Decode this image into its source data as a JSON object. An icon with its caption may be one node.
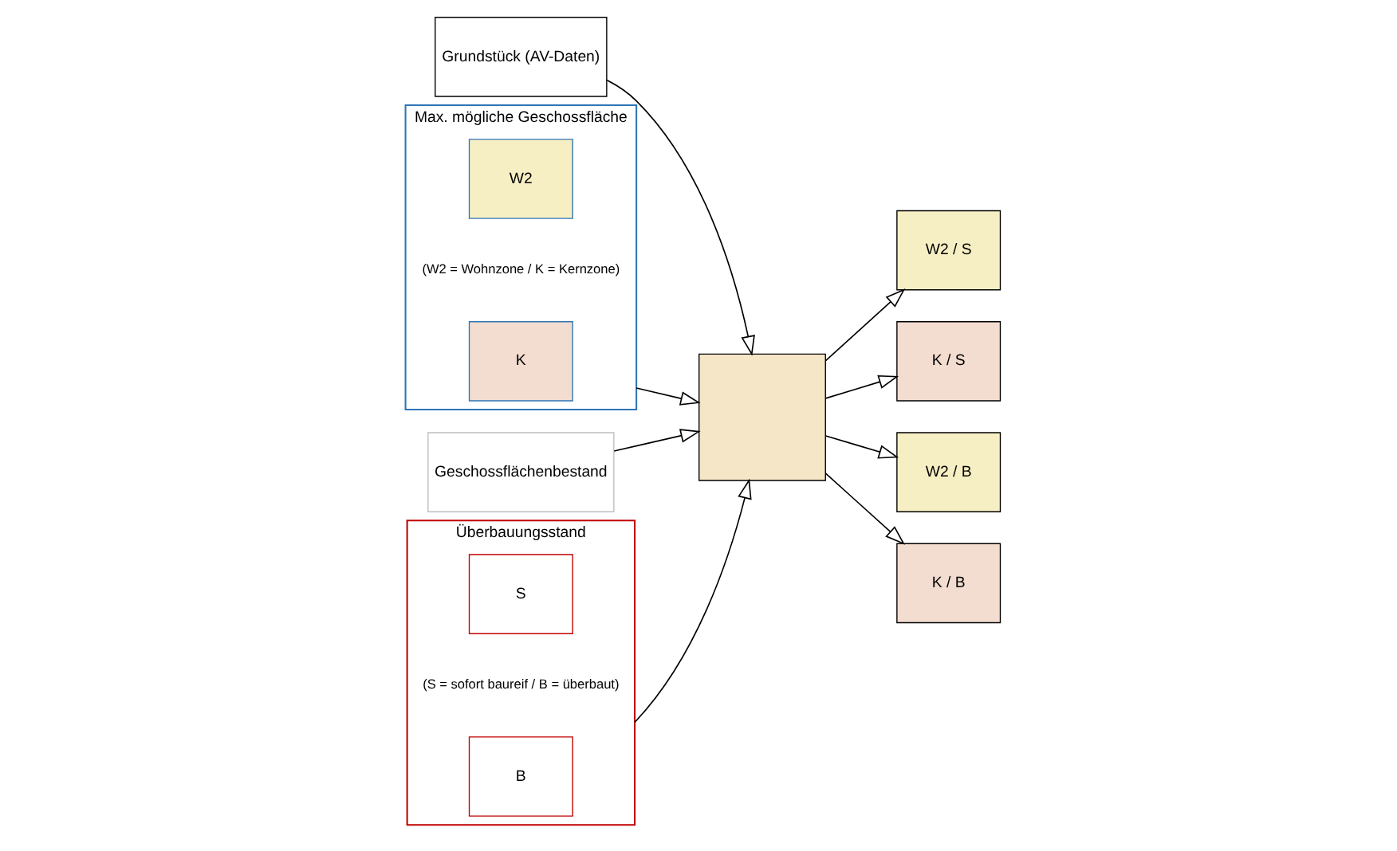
{
  "diagram": {
    "nodes": [
      {
        "text": [
          "Grundstück (AV-Daten)"
        ]
      },
      {
        "text": [
          "W2 / S"
        ]
      },
      {
        "text": [
          "K / S"
        ]
      },
      {
        "text": [
          "Max. mögliche Geschossfläche"
        ],
        "beside": [
          "(W2 = Wohnzone / K = Kernzone)"
        ]
      },
      {
        "text": [
          "W2"
        ],
        "in": 3
      },
      {
        "text": [
          "K"
        ],
        "in": 3
      },
      {
        "text": [],
        "shape": "box"
      },
      {
        "text": [
          "Geschossflächenbestand"
        ]
      },
      {
        "text": [
          "Überbauungsstand"
        ],
        "beside": [
          "(S = sofort baureif / B = überbaut)"
        ]
      },
      {
        "text": [
          "S"
        ],
        "in": 8
      },
      {
        "text": [
          "B"
        ],
        "in": 8
      },
      {
        "text": [
          "W2 / B"
        ]
      },
      {
        "text": [
          "K / B"
        ]
      }
    ],
    "edges": [
      {
        "from": 0,
        "to": 6,
        "arrow": "to"
      },
      {
        "from": 3,
        "to": 6,
        "arrow": "to"
      },
      {
        "from": 7,
        "to": 6,
        "arrow": "to"
      },
      {
        "from": 8,
        "to": 6,
        "arrow": "to"
      },
      {
        "from": 6,
        "to": 1,
        "arrow": "to"
      },
      {
        "from": 6,
        "to": 2,
        "arrow": "to"
      },
      {
        "from": 6,
        "to": 11,
        "arrow": "to"
      },
      {
        "from": 6,
        "to": 12,
        "arrow": "to"
      }
    ]
  }
}
